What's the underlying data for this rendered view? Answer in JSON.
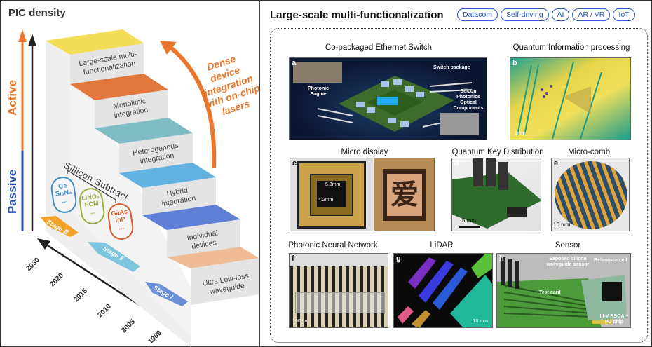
{
  "left_panel": {
    "title": "PIC density",
    "axis_active": "Active",
    "axis_passive": "Passive",
    "dense_annotation": "Dense device integration with on-chip lasers",
    "steps": [
      {
        "label": "Large-scale multi-functionalization",
        "color": "#f5de57"
      },
      {
        "label": "Monolithic integration",
        "color": "#e2773e"
      },
      {
        "label": "Heterogenous integration",
        "color": "#7fbcc4"
      },
      {
        "label": "Hybrid integration",
        "color": "#63b1e0"
      },
      {
        "label": "Individual devices",
        "color": "#5f80d6"
      },
      {
        "label": "Ultra Low-loss waveguide",
        "color": "#efbb95"
      }
    ],
    "subtract_label": "Sillicon Subtract",
    "materials": [
      {
        "line1": "Ge",
        "line2": "Si₃N₄",
        "line3": "...",
        "color": "#3a8dc8"
      },
      {
        "line1": "LiNO₃",
        "line2": "PCM",
        "line3": "...",
        "color": "#9aae3a"
      },
      {
        "line1": "GaAs",
        "line2": "InP",
        "line3": "...",
        "color": "#d45a2a"
      }
    ],
    "stages": [
      "Stage Ⅲ",
      "Stage Ⅱ",
      "Stage Ⅰ"
    ],
    "years": [
      "2030",
      "2020",
      "2015",
      "2010",
      "2005",
      "1969"
    ]
  },
  "right_panel": {
    "title": "Large-scale multi-functionalization",
    "chips": [
      "Datacom",
      "Self-driving",
      "AI",
      "AR / VR",
      "IoT"
    ],
    "panels": [
      {
        "letter": "a",
        "title": "Co-packaged Ethernet Switch",
        "annotations": [
          "Switch package",
          "Photonic Engine",
          "Silicon Photonics Optical Components"
        ]
      },
      {
        "letter": "b",
        "title": "Quantum Information processing",
        "scale": "1mm"
      },
      {
        "letter": "c",
        "title": "Micro display",
        "annotations": [
          "5.3mm",
          "4.2mm"
        ]
      },
      {
        "letter": "d",
        "title": "Quantum Key Distribution",
        "scale": "5 mm"
      },
      {
        "letter": "e",
        "title": "Micro-comb",
        "scale": "10 mm"
      },
      {
        "letter": "f",
        "title": "Photonic Neural Network",
        "scale": "100 μm"
      },
      {
        "letter": "g",
        "title": "LiDAR",
        "scale": "10 mm"
      },
      {
        "letter": "h",
        "title": "Sensor",
        "annotations": [
          "Exposed silicon waveguide sensor",
          "Reference cell",
          "Test card",
          "III-V RSOA + PD chip"
        ]
      }
    ]
  }
}
